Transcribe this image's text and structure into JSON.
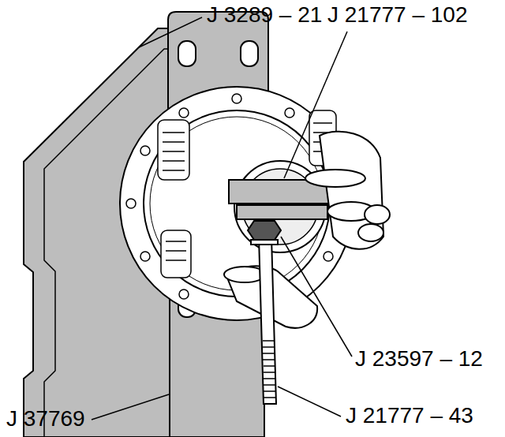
{
  "diagram": {
    "labels": [
      "J 3289 – 21",
      "J 21777 – 102",
      "J 23597 – 12",
      "J 21777 – 43",
      "J 37769"
    ]
  }
}
